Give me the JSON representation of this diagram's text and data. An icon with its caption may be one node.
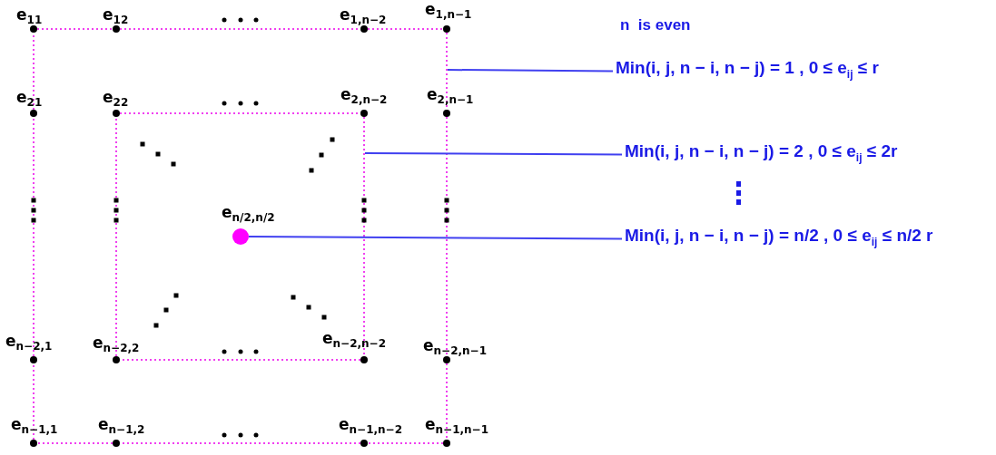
{
  "diagram": {
    "nodes": [
      {
        "text": [
          "e$_{11}$"
        ]
      },
      {
        "text": [
          "e$_{12}$"
        ]
      },
      {
        "text": [
          "e$_{1,n−2}$"
        ]
      },
      {
        "text": [
          "e$_{1,n−1}$"
        ]
      },
      {
        "text": [
          "e$_{21}$"
        ]
      },
      {
        "text": [
          "e$_{22}$"
        ]
      },
      {
        "text": [
          "e$_{2,n−2}$"
        ]
      },
      {
        "text": [
          "e$_{2,n−1}$"
        ]
      },
      {
        "text": [
          "e$_{n/2,n/2}$"
        ]
      },
      {
        "text": [
          "e$_{n−2,1}$"
        ]
      },
      {
        "text": [
          "e$_{n−2,2}$"
        ]
      },
      {
        "text": [
          "e$_{n−2,n−2}$"
        ]
      },
      {
        "text": [
          "e$_{n−2,n−1}$"
        ]
      },
      {
        "text": [
          "e$_{n−1,1}$"
        ]
      },
      {
        "text": [
          "e$_{n−1,2}$"
        ]
      },
      {
        "text": [
          "e$_{n−1,n−2}$"
        ]
      },
      {
        "text": [
          "e$_{n−1,n−1}$"
        ]
      },
      {
        "text": [
          "Min(i, j, n − i, n − j) = 1 , 0 ≤ e$_{ij}$ ≤ r"
        ]
      },
      {
        "text": [
          "Min(i, j, n − i, n − j) = 2 , 0 ≤ e$_{ij}$ ≤ 2r"
        ]
      },
      {
        "text": [
          "Min(i, j, n − i, n − j) = n/2 , 0 ≤ e$_{ij}$ ≤ n/2 r"
        ]
      }
    ],
    "edges": [
      {
        "from": 0,
        "to": 1,
        "arrow": "none",
        "style": "dashed"
      },
      {
        "from": 1,
        "to": 2,
        "arrow": "none",
        "style": "dashed"
      },
      {
        "from": 2,
        "to": 3,
        "arrow": "none",
        "style": "dashed"
      },
      {
        "from": 3,
        "to": 7,
        "arrow": "none",
        "style": "dashed"
      },
      {
        "from": 7,
        "to": 12,
        "arrow": "none",
        "style": "dashed"
      },
      {
        "from": 12,
        "to": 16,
        "arrow": "none",
        "style": "dashed"
      },
      {
        "from": 16,
        "to": 15,
        "arrow": "none",
        "style": "dashed"
      },
      {
        "from": 15,
        "to": 14,
        "arrow": "none",
        "style": "dashed"
      },
      {
        "from": 14,
        "to": 13,
        "arrow": "none",
        "style": "dashed"
      },
      {
        "from": 13,
        "to": 9,
        "arrow": "none",
        "style": "dashed"
      },
      {
        "from": 9,
        "to": 4,
        "arrow": "none",
        "style": "dashed"
      },
      {
        "from": 4,
        "to": 0,
        "arrow": "none",
        "style": "dashed"
      },
      {
        "from": 5,
        "to": 6,
        "arrow": "none",
        "style": "dashed"
      },
      {
        "from": 6,
        "to": 11,
        "arrow": "none",
        "style": "dashed"
      },
      {
        "from": 11,
        "to": 10,
        "arrow": "none",
        "style": "dashed"
      },
      {
        "from": 10,
        "to": 5,
        "arrow": "none",
        "style": "dashed"
      },
      {
        "from": 17,
        "to": null,
        "arrow": "none",
        "color": "#4040f0"
      },
      {
        "from": 18,
        "to": null,
        "arrow": "none",
        "color": "#4040f0"
      },
      {
        "from": 19,
        "to": 8,
        "arrow": "none",
        "color": "#4040f0"
      }
    ],
    "labels": [
      "n  is even"
    ]
  }
}
